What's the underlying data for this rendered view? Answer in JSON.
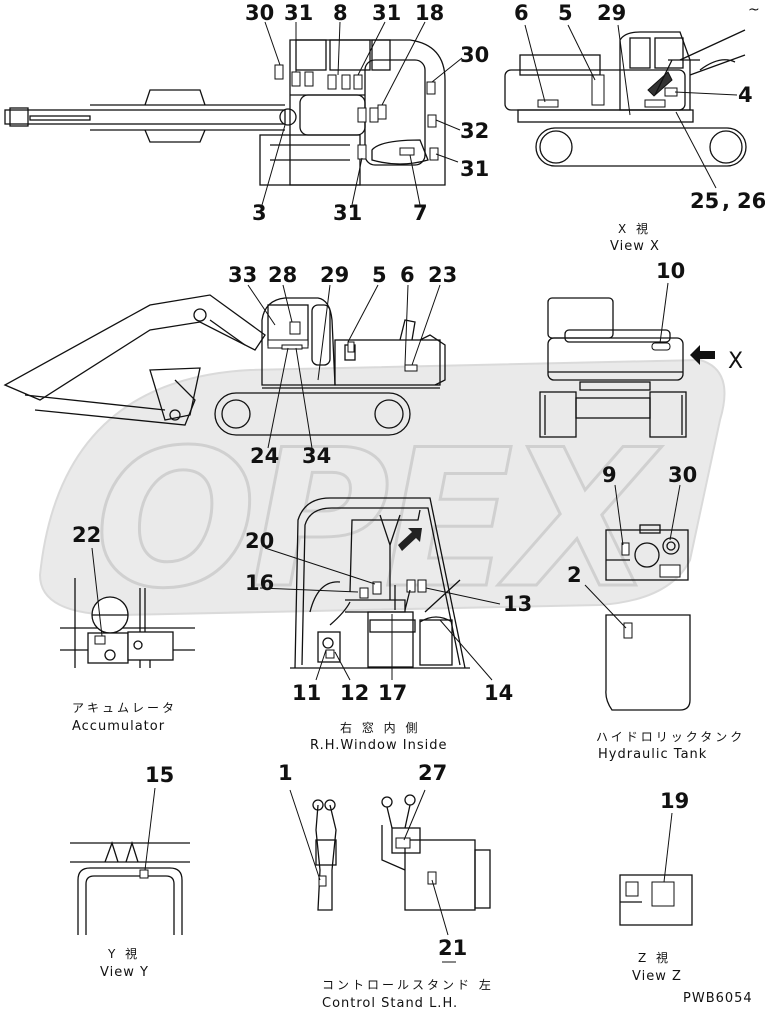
{
  "diagram": {
    "code": "PWB6054",
    "corner_mark": "~",
    "watermark": "OPEX",
    "views": {
      "top": {
        "labels": [
          "30",
          "31",
          "8",
          "31",
          "18",
          "30",
          "32",
          "31",
          "7",
          "31",
          "3"
        ]
      },
      "view_x": {
        "jp": "X 視",
        "en": "View X",
        "labels": [
          "6",
          "5",
          "29",
          "4",
          "25",
          "26"
        ],
        "separator": ","
      },
      "side": {
        "labels": [
          "33",
          "28",
          "29",
          "5",
          "6",
          "23",
          "24",
          "34"
        ]
      },
      "rear": {
        "labels": [
          "10"
        ],
        "arrow_letter": "X"
      },
      "accumulator": {
        "jp": "アキュムレータ",
        "en": "Accumulator",
        "labels": [
          "22"
        ]
      },
      "window": {
        "jp": "右 窓 内 側",
        "en": "R.H.Window Inside",
        "labels": [
          "20",
          "16",
          "13",
          "11",
          "12",
          "17",
          "14"
        ]
      },
      "hydraulic_tank": {
        "jp": "ハイドロリックタンク",
        "en": "Hydraulic Tank",
        "labels": [
          "9",
          "30",
          "2"
        ]
      },
      "view_y": {
        "jp": "Y 視",
        "en": "View Y",
        "labels": [
          "15"
        ]
      },
      "control_stand": {
        "jp": "コントロールスタンド 左",
        "en": "Control Stand L.H.",
        "labels": [
          "1",
          "27",
          "21"
        ]
      },
      "view_z": {
        "jp": "Z 視",
        "en": "View Z",
        "labels": [
          "19"
        ]
      }
    }
  }
}
